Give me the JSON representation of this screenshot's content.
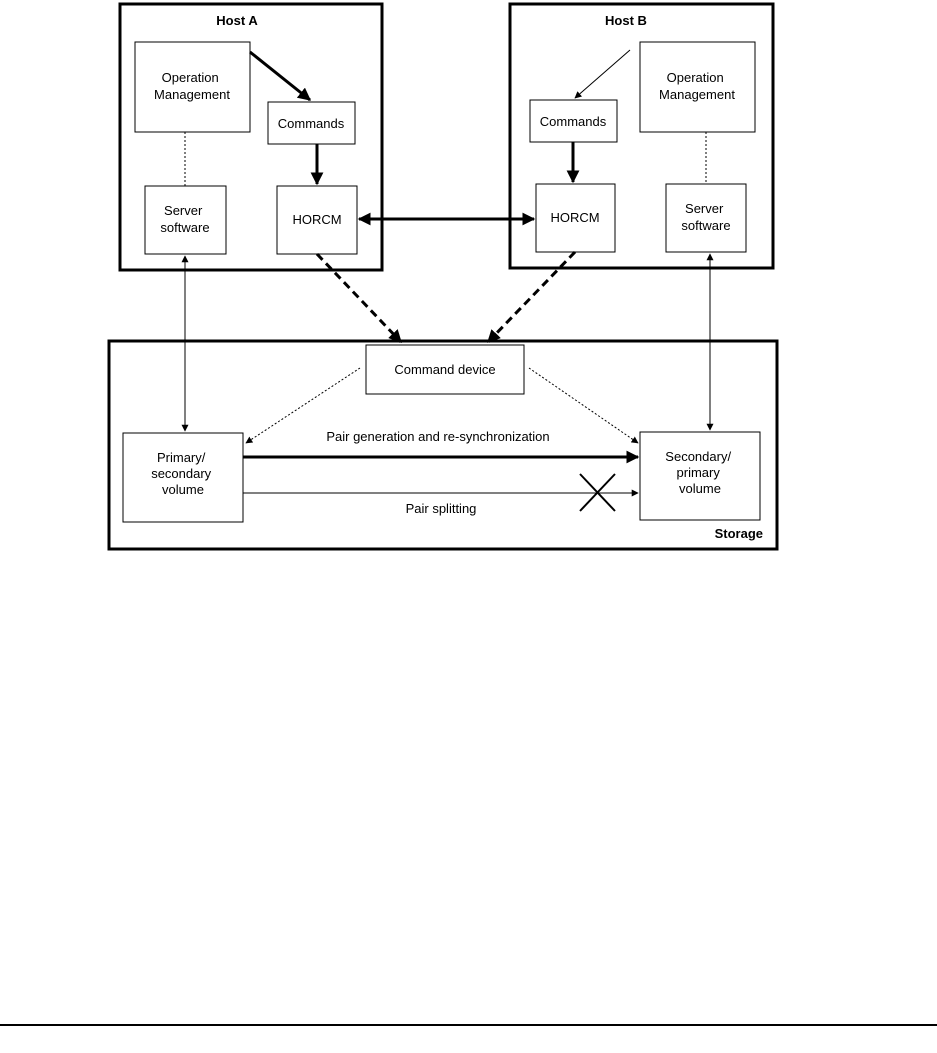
{
  "hosts": {
    "host_a": {
      "title": "Host A",
      "operation_management": [
        "Operation",
        "Management"
      ],
      "commands": "Commands",
      "server_software": [
        "Server",
        "software"
      ],
      "horcm": "HORCM"
    },
    "host_b": {
      "title": "Host B",
      "operation_management": [
        "Operation",
        "Management"
      ],
      "commands": "Commands",
      "server_software": [
        "Server",
        "software"
      ],
      "horcm": "HORCM"
    }
  },
  "storage": {
    "title": "Storage",
    "command_device": "Command device",
    "primary_volume": [
      "Primary/",
      "secondary",
      "volume"
    ],
    "secondary_volume": [
      "Secondary/",
      "primary",
      "volume"
    ],
    "pair_generation_label": "Pair generation and re-synchronization",
    "pair_splitting_label": "Pair splitting"
  },
  "colors": {
    "line": "#000000",
    "background": "#ffffff"
  }
}
